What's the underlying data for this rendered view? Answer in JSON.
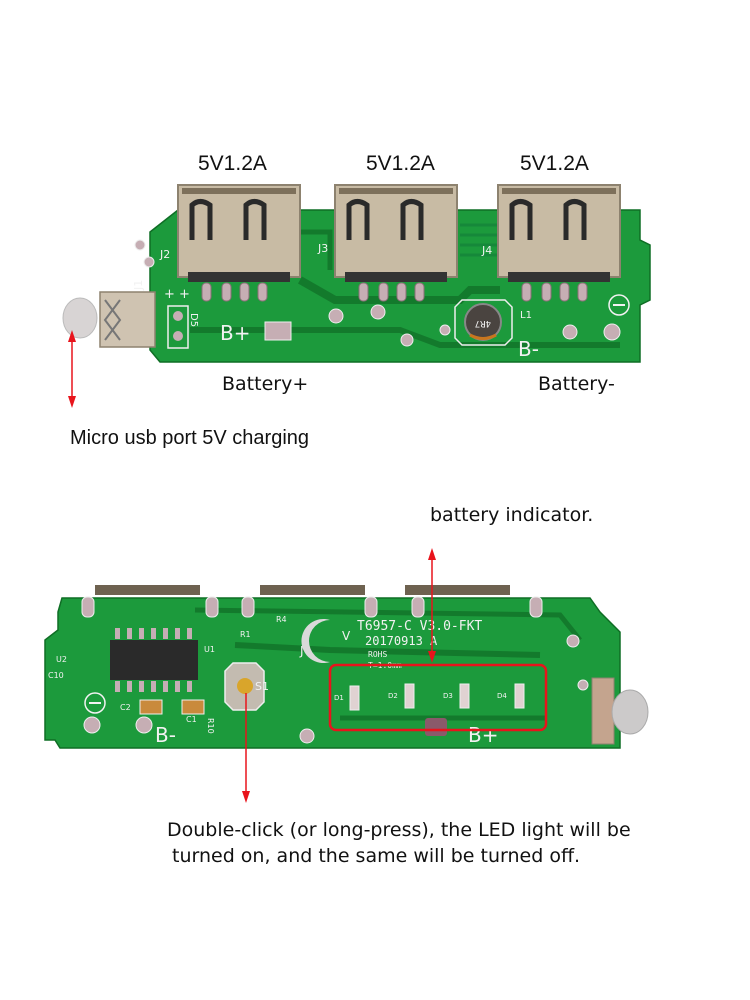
{
  "top_board": {
    "port_labels": [
      "5V1.2A",
      "5V1.2A",
      "5V1.2A"
    ],
    "silkscreen": {
      "j1": "J1",
      "j2": "J2",
      "j3": "J3",
      "j4": "J4",
      "d5": "D5",
      "l1": "L1",
      "inductor": "4R7",
      "b_plus": "B+",
      "b_minus": "B-",
      "plus_plus": "+ +"
    },
    "battery_plus_label": "Battery+",
    "battery_minus_label": "Battery-",
    "micro_usb_caption": "Micro usb port 5V charging"
  },
  "bottom_board": {
    "indicator_caption": "battery indicator.",
    "silkscreen": {
      "model": "T6957-C V3.0-FKT",
      "date": "20170913 A",
      "rohs": "ROHS",
      "thickness": "T=1.0mm",
      "logo_j": "J",
      "logo_v": "V",
      "s1": "S1",
      "u1": "U1",
      "u2": "U2",
      "r1": "R1",
      "r4": "R4",
      "r10": "R10",
      "c1": "C1",
      "c2": "C2",
      "c10": "C10",
      "b_minus": "B-",
      "b_plus": "B+",
      "leds": [
        "D1",
        "D2",
        "D3",
        "D4"
      ]
    },
    "button_caption_line1": "Double-click (or long-press), the LED light will be",
    "button_caption_line2": "turned on, and the same will be turned off."
  },
  "colors": {
    "pcb_green": "#1c9a3c",
    "pcb_dark": "#137a2c",
    "annotation_red": "#e8141c",
    "metal": "#c8bba4"
  }
}
